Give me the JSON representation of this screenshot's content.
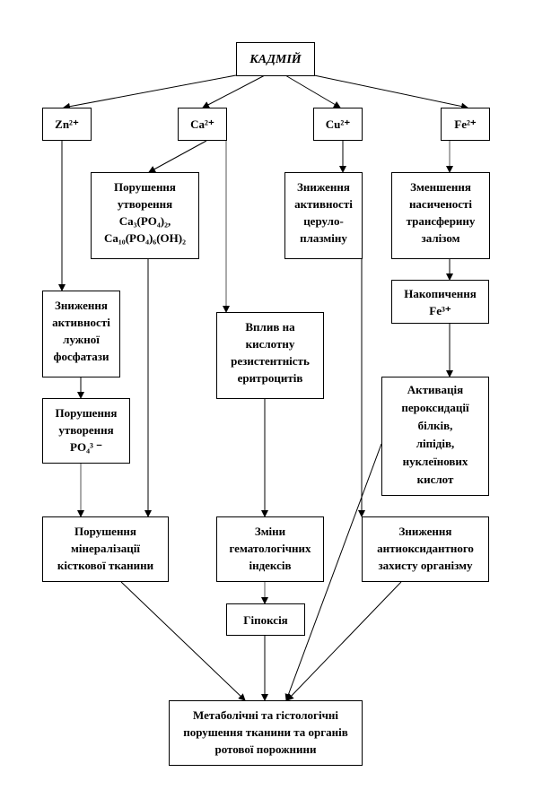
{
  "title": "КАДМІЙ",
  "ions": {
    "zn": "Zn²⁺",
    "ca": "Ca²⁺",
    "cu": "Cu²⁺",
    "fe": "Fe²⁺"
  },
  "nodes": {
    "ca_phosphate": "Порушення\nутворення\nCa₃(PO₄)₂,\nCa₁₀(PO₄)₆(OH)₂",
    "ceruloplasmin": "Зниження\nактивності\nцеруло-\nплазміну",
    "transferrin": "Зменшення\nнасиченості\nтрансферину\nзалізом",
    "alk_phosphatase": "Зниження\nактивності\nлужної\nфосфатази",
    "po4": "Порушення\nутворення\nPO₄³ ⁻",
    "erythrocytes": "Вплив на\nкислотну\nрезистентність\nеритроцитів",
    "fe3": "Накопичення\nFe³⁺",
    "peroxidation": "Активація\nпероксидації\nбілків,\nліпідів,\nнуклеїнових\nкислот",
    "mineralization": "Порушення\nмінералізації\nкісткової  тканини",
    "hematology": "Зміни\nгематологічних\nіндексів",
    "antioxidant": "Зниження\nантиоксидантного\nзахисту  організму",
    "hypoxia": "Гіпоксія",
    "final": "Метаболічні  та гістологічні\nпорушення  тканини та органів\nротової порожнини"
  }
}
